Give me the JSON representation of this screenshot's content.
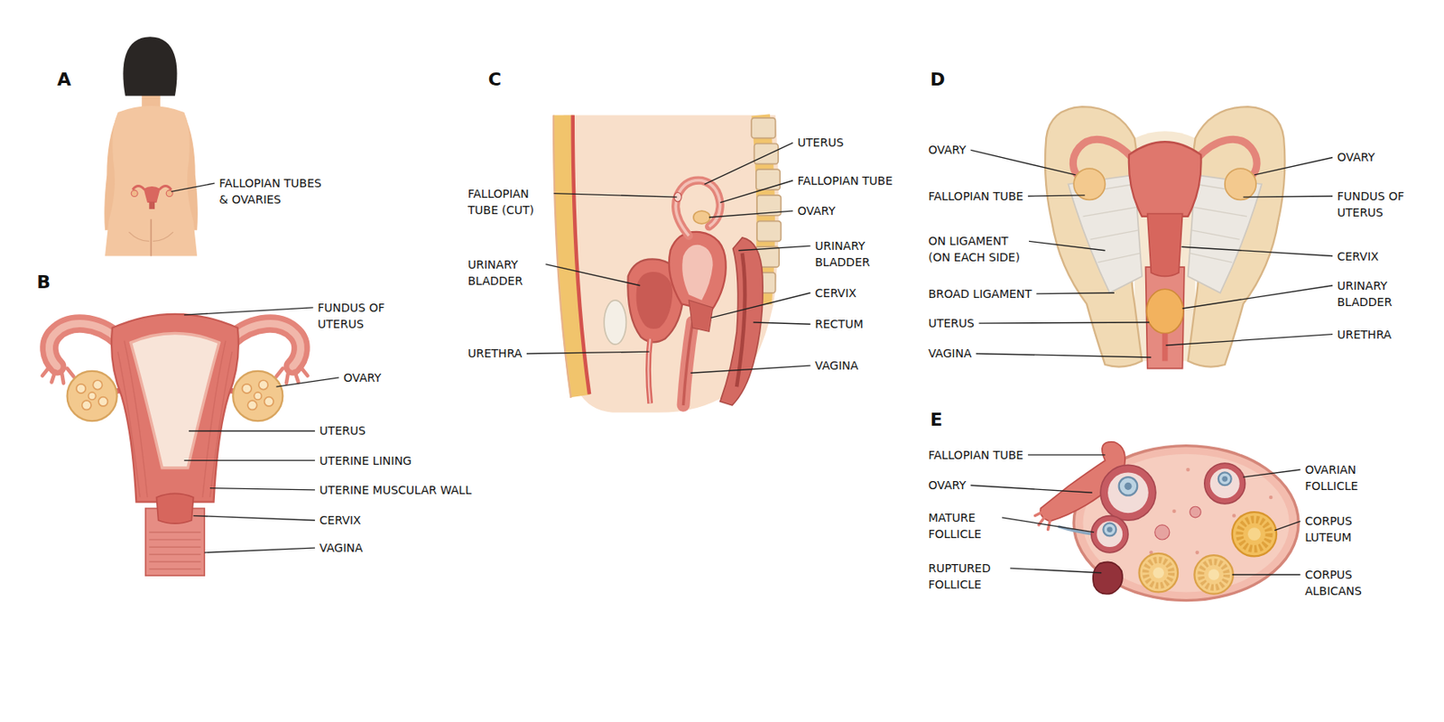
{
  "diagram": {
    "labels": [
      "A",
      "FALLOPIAN TUBES & OVARIES",
      "B",
      "FUNDUS OF UTERUS",
      "OVARY",
      "UTERUS",
      "UTERINE LINING",
      "UTERINE MUSCULAR WALL",
      "CERVIX",
      "VAGINA",
      "C",
      "UTERUS",
      "FALLOPIAN TUBE (CUT)",
      "FALLOPIAN TUBE",
      "OVARY",
      "URINARY BLADDER",
      "URINARY BLADDER",
      "CERVIX",
      "RECTUM",
      "URETHRA",
      "VAGINA",
      "D",
      "OVARY",
      "OVARY",
      "FALLOPIAN TUBE",
      "FUNDUS OF UTERUS",
      "ON LIGAMENT (ON EACH SIDE)",
      "CERVIX",
      "BROAD LIGAMENT",
      "URINARY BLADDER",
      "UTERUS",
      "URETHRA",
      "VAGINA",
      "E",
      "FALLOPIAN TUBE",
      "OVARIAN FOLLICLE",
      "OVARY",
      "MATURE FOLLICLE",
      "CORPUS LUTEUM",
      "RUPTURED FOLLICLE",
      "CORPUS ALBICANS"
    ]
  }
}
